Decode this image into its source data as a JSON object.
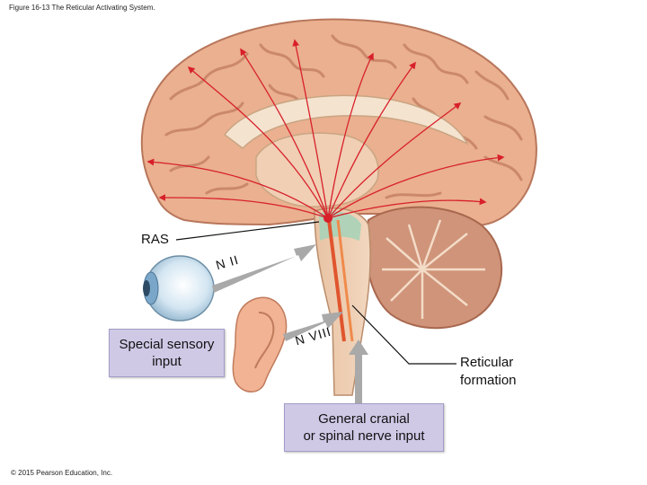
{
  "caption": "Figure 16-13 The Reticular Activating System.",
  "copyright": "© 2015 Pearson Education, Inc.",
  "labels": {
    "ras": "RAS",
    "reticular_formation": "Reticular\nformation",
    "special_sensory": "Special sensory\ninput",
    "general_cranial": "General cranial\nor spinal nerve input",
    "nerve_ii": "N II",
    "nerve_viii": "N VIII"
  },
  "colors": {
    "cortex": "#eab08f",
    "sulci": "#c47f63",
    "ras_green": "#a9d3b8",
    "arrow_red": "#d8202a",
    "input_arrow": "#a9a9a9",
    "box_fill": "#cfc9e6"
  }
}
